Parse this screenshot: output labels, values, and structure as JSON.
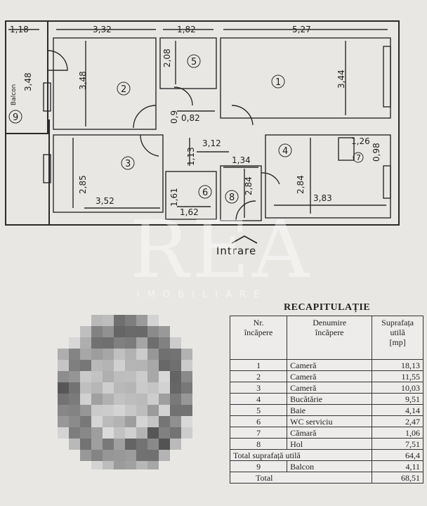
{
  "plan": {
    "dimensions": [
      "1,18",
      "3,32",
      "1,82",
      "5,27",
      "3,48",
      "3,48",
      "2,08",
      "3,44",
      "0,9",
      "0,82",
      "3,12",
      "1,26",
      "0,98",
      "1,13",
      "1,34",
      "2,85",
      "2,84",
      "2,84",
      "3,52",
      "1,61",
      "1,62",
      "3,83"
    ],
    "room_numbers": [
      "1",
      "2",
      "3",
      "4",
      "5",
      "6",
      "7",
      "8",
      "9"
    ],
    "balcony_label": "Balcon",
    "entrance_label": "Intrare"
  },
  "watermark": {
    "big": "REA",
    "small": "IMOBILIARE"
  },
  "recap": {
    "title": "RECAPITULAȚIE",
    "headers": [
      "Nr.\nîncăpere",
      "Denumire\nîncăpere",
      "Suprafața\nutilă\n[mp]"
    ],
    "rows": [
      [
        "1",
        "Cameră",
        "18,13"
      ],
      [
        "2",
        "Cameră",
        "11,55"
      ],
      [
        "3",
        "Cameră",
        "10,03"
      ],
      [
        "4",
        "Bucătărie",
        "9,51"
      ],
      [
        "5",
        "Baie",
        "4,14"
      ],
      [
        "6",
        "WC serviciu",
        "2,47"
      ],
      [
        "7",
        "Cămară",
        "1,06"
      ],
      [
        "8",
        "Hol",
        "7,51"
      ]
    ],
    "total_util_label": "Total suprafață utilă",
    "total_util_value": "64,4",
    "balcony_row": [
      "9",
      "Balcon",
      "4,11"
    ],
    "total_label": "Total",
    "total_value": "68,51"
  }
}
